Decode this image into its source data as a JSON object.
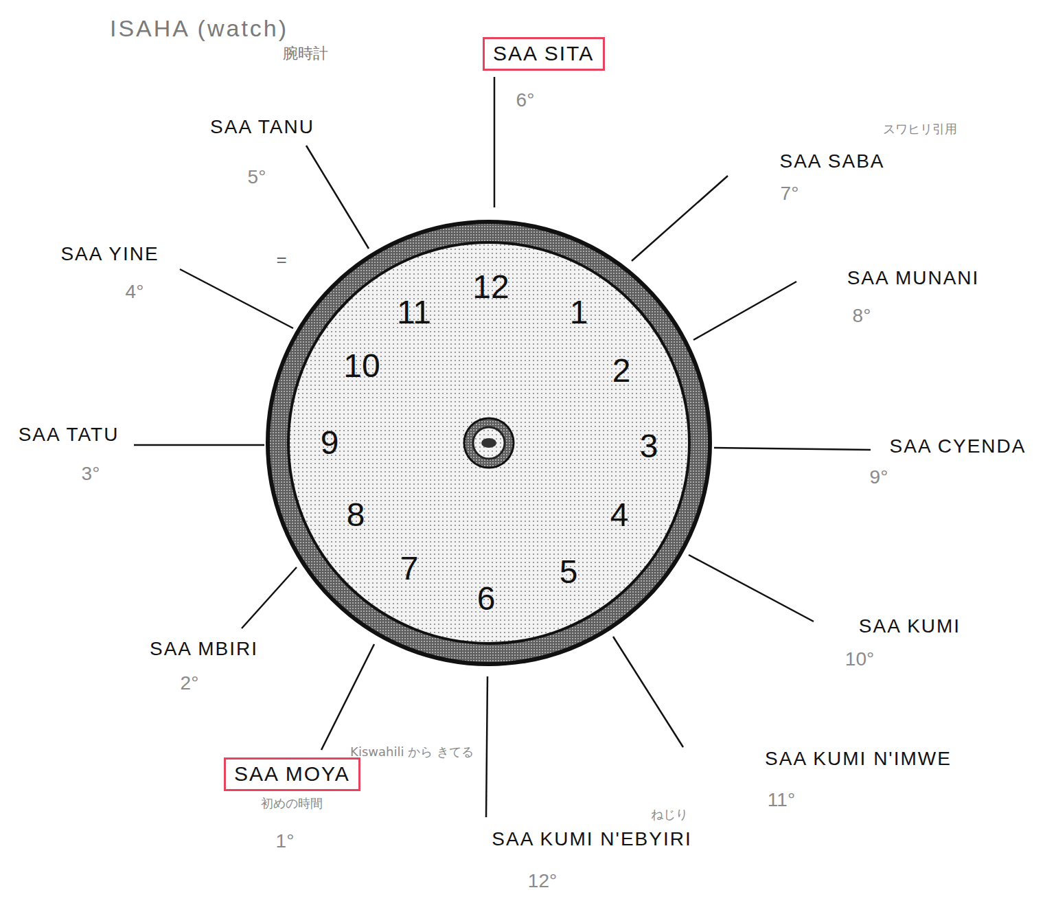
{
  "diagram": {
    "title": "ISAHA (watch)",
    "nodes": [
      {
        "text": [
          "SAA SITA"
        ]
      },
      {
        "text": [
          "SAA MOYA"
        ]
      }
    ],
    "labels": [
      "腕時計",
      "6°",
      "SAA TANU",
      "5°",
      "SAA SABA",
      "7°",
      "スワヒリ引用",
      "SAA YINE",
      "4°",
      "=",
      "SAA MUNANI",
      "8°",
      "SAA TATU",
      "3°",
      "SAA CYENDA",
      "9°",
      "SAA MBIRI",
      "2°",
      "SAA KUMI",
      "10°",
      "Kiswahili から きてる",
      "初めの時間",
      "1°",
      "SAA KUMI N'IMWE",
      "11°",
      "SAA KUMI N'EBYIRI",
      "ねじり",
      "12°",
      "12",
      "1",
      "2",
      "3",
      "4",
      "5",
      "6",
      "7",
      "8",
      "9",
      "10",
      "11"
    ]
  }
}
